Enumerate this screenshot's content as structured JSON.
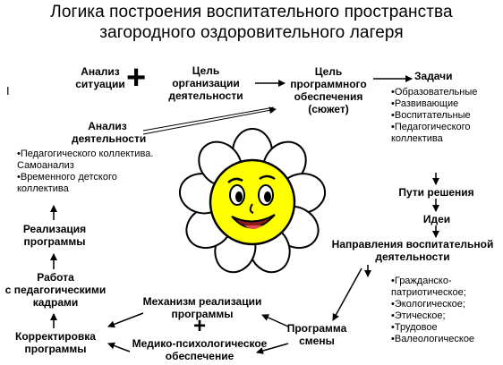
{
  "title_lines": [
    "Логика построения воспитательного пространства",
    "загородного оздоровительного лагеря"
  ],
  "nodes": {
    "analiz_situacii": [
      "Анализ",
      "ситуации"
    ],
    "cel_organizacii": [
      "Цель",
      "организации",
      "деятельности"
    ],
    "cel_programmnogo": [
      "Цель",
      "программного",
      "обеспечения",
      "(сюжет)"
    ],
    "zadachi": "Задачи",
    "analiz_deyatelnosti": [
      "Анализ",
      "деятельности"
    ],
    "puti_resheniya": "Пути решения",
    "idei": "Идеи",
    "napravleniya": [
      "Направления воспитательной",
      "деятельности"
    ],
    "realizaciya": [
      "Реализация",
      "программы"
    ],
    "rabota": [
      "Работа",
      "с педагогическими",
      "кадрами"
    ],
    "korrektirovka": [
      "Корректировка",
      "программы"
    ],
    "mehanizm": [
      "Механизм реализации",
      "программы"
    ],
    "mediko": [
      "Медико-психологическое",
      "обеспечение"
    ],
    "programma_smeny": [
      "Программа",
      "смены"
    ]
  },
  "lists": {
    "zadachi": [
      "•Образовательные",
      "•Развивающие",
      "•Воспитательные",
      "•Педагогического",
      "коллектива"
    ],
    "analiz": [
      "•Педагогического коллектива.",
      "Самоанализ",
      "•Временного детского",
      "коллектива"
    ],
    "napravleniya": [
      "•Гражданско-",
      "патриотическое;",
      "•Экологическое;",
      "•Этическое;",
      "•Трудовое",
      "•Валеологическое"
    ]
  },
  "symbols": {
    "plus": "+",
    "plus_small": "+",
    "stray_mark": "I"
  },
  "colors": {
    "petal_fill": "#ffffff",
    "center_fill": "#ffff00",
    "line": "#000000"
  }
}
